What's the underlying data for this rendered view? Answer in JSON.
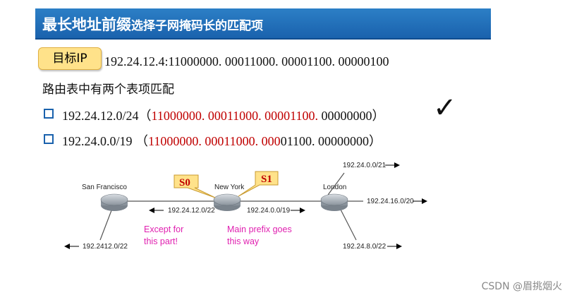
{
  "banner": {
    "title": "最长地址前缀",
    "subtitle": "选择子网掩码长的匹配项"
  },
  "target": {
    "tag": "目标IP",
    "text": "192.24.12.4:11000000. 00011000. 00001100. 00000100"
  },
  "intro": "路由表中有两个表项匹配",
  "entries": [
    {
      "prefix": "192.24.12.0/24（",
      "matched": "11000000. 00011000. 00001100.",
      "rest": " 00000000）",
      "check": "✓"
    },
    {
      "prefix": "192.24.0.0/19  （",
      "matched": "11000000. 00011000. 000",
      "rest": "01100. 00000000）"
    }
  ],
  "diagram": {
    "routers": [
      "San Francisco",
      "New York",
      "London"
    ],
    "links": [
      "192.24.12.0/22",
      "192.24.0.0/19"
    ],
    "sf_out": "192.2412.0/22",
    "london_out": [
      "192.24.0.0/21",
      "192.24.16.0/20",
      "192.24.8.0/22"
    ],
    "s0": "S0",
    "s1": "S1",
    "note1_l1": "Except for",
    "note1_l2": "this part!",
    "note2_l1": "Main prefix goes",
    "note2_l2": "this way"
  },
  "watermark": "CSDN @眉挑烟火"
}
